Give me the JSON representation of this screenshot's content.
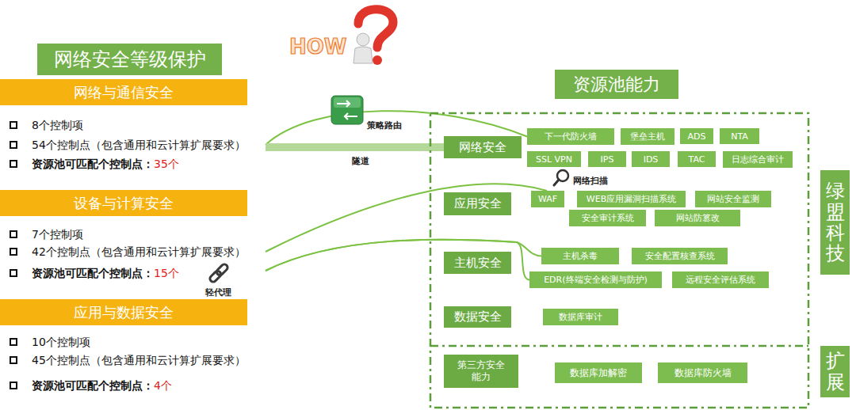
{
  "diagram": {
    "title": "网络安全等级保护",
    "nodes": [
      {
        "text": [
          "网络与通信安全",
          "8个控制项",
          "54个控制点（包含通用和云计算扩展要求）",
          "资源池可匹配个控制点：",
          "35个"
        ]
      },
      {
        "text": [
          "设备与计算安全",
          "7个控制项",
          "42个控制点（包含通用和云计算扩展要求）",
          "资源池可匹配个控制点：",
          "15个"
        ]
      },
      {
        "text": [
          "应用与数据安全",
          "10个控制项",
          "45个控制点（包含通用和云计算扩展要求）",
          "资源池可匹配个控制点：",
          "4个"
        ]
      },
      {
        "text": [
          "资源池能力"
        ]
      },
      {
        "text": [
          "网络安全"
        ]
      },
      {
        "text": [
          "下一代防火墙"
        ]
      },
      {
        "text": [
          "堡垒主机"
        ]
      },
      {
        "text": [
          "ADS"
        ]
      },
      {
        "text": [
          "NTA"
        ]
      },
      {
        "text": [
          "SSL VPN"
        ]
      },
      {
        "text": [
          "IPS"
        ]
      },
      {
        "text": [
          "IDS"
        ]
      },
      {
        "text": [
          "TAC"
        ]
      },
      {
        "text": [
          "日志综合审计"
        ]
      },
      {
        "text": [
          "应用安全"
        ]
      },
      {
        "text": [
          "WAF"
        ]
      },
      {
        "text": [
          "WEB应用漏洞扫描系统"
        ]
      },
      {
        "text": [
          "网站安全监测"
        ]
      },
      {
        "text": [
          "安全审计系统"
        ]
      },
      {
        "text": [
          "网站防篡改"
        ]
      },
      {
        "text": [
          "主机安全"
        ]
      },
      {
        "text": [
          "主机杀毒"
        ]
      },
      {
        "text": [
          "安全配置核查系统"
        ]
      },
      {
        "text": [
          "EDR(终端安全检测与防护)"
        ]
      },
      {
        "text": [
          "远程安全评估系统"
        ]
      },
      {
        "text": [
          "数据安全"
        ]
      },
      {
        "text": [
          "数据库审计"
        ]
      },
      {
        "text": [
          "第三方安全 能力"
        ]
      },
      {
        "text": [
          "数据库加解密"
        ]
      },
      {
        "text": [
          "数据库防火墙"
        ]
      },
      {
        "text": [
          "绿盟科技"
        ]
      },
      {
        "text": [
          "扩展"
        ]
      }
    ],
    "edges": [
      {
        "from": 0,
        "to": 5,
        "arrow": "none",
        "label": "策略路由"
      },
      {
        "from": 0,
        "to": 4,
        "arrow": "none",
        "label": "隧道"
      },
      {
        "from": 1,
        "to": 15,
        "arrow": "none",
        "label": "网络扫描"
      },
      {
        "from": 1,
        "to": 21,
        "arrow": "none",
        "label": "轻代理"
      },
      {
        "from": 1,
        "to": 23,
        "arrow": "none"
      }
    ],
    "labels": [
      "HOW"
    ]
  }
}
